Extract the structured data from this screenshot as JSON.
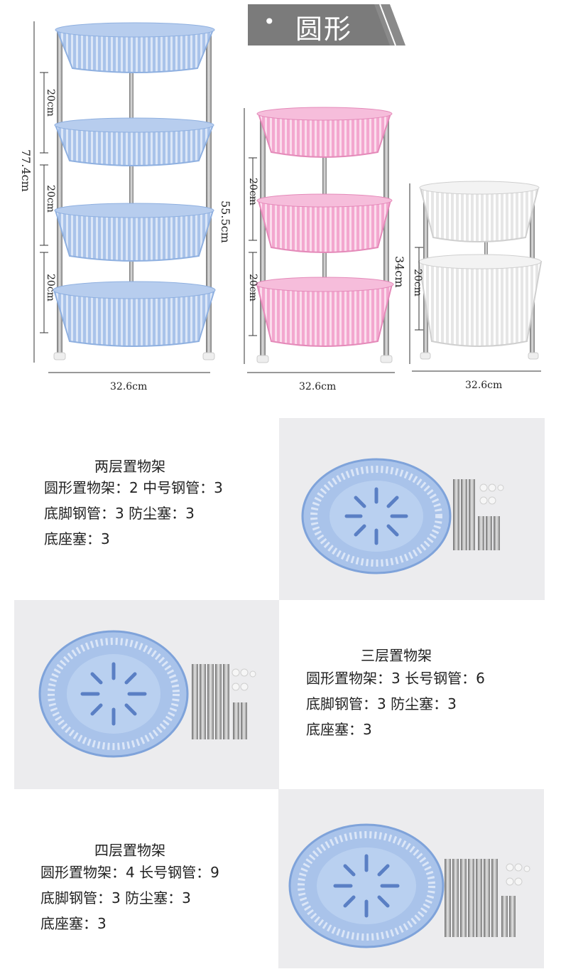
{
  "header": {
    "bullet": "•",
    "title": "圆形"
  },
  "top_section": {
    "dimensions": {
      "left_height": "77.4cm",
      "left_gap1": "20cm",
      "left_gap2": "20cm",
      "left_gap3": "20cm",
      "left_width": "32.6cm",
      "mid_height": "55.5cm",
      "mid_gap1": "20cm",
      "mid_gap2": "20cm",
      "mid_width": "32.6cm",
      "right_height": "34cm",
      "right_gap1": "20cm",
      "right_width": "32.6cm"
    },
    "colors": {
      "blue": "#a9c3ea",
      "pink": "#f3a7cf",
      "white": "#eeeeee",
      "pole": "#9a9a9a"
    }
  },
  "specs": [
    {
      "title": "两层置物架",
      "line1": "圆形置物架：2 中号钢管：3",
      "line2": "底脚钢管：3 防尘塞：3",
      "line3": "底座塞：3"
    },
    {
      "title": "三层置物架",
      "line1": "圆形置物架：3 长号钢管：6",
      "line2": "底脚钢管：3 防尘塞：3",
      "line3": "底座塞：3"
    },
    {
      "title": "四层置物架",
      "line1": "圆形置物架：4 长号钢管：9",
      "line2": "底脚钢管：3 防尘塞：3",
      "line3": "底座塞：3"
    }
  ]
}
